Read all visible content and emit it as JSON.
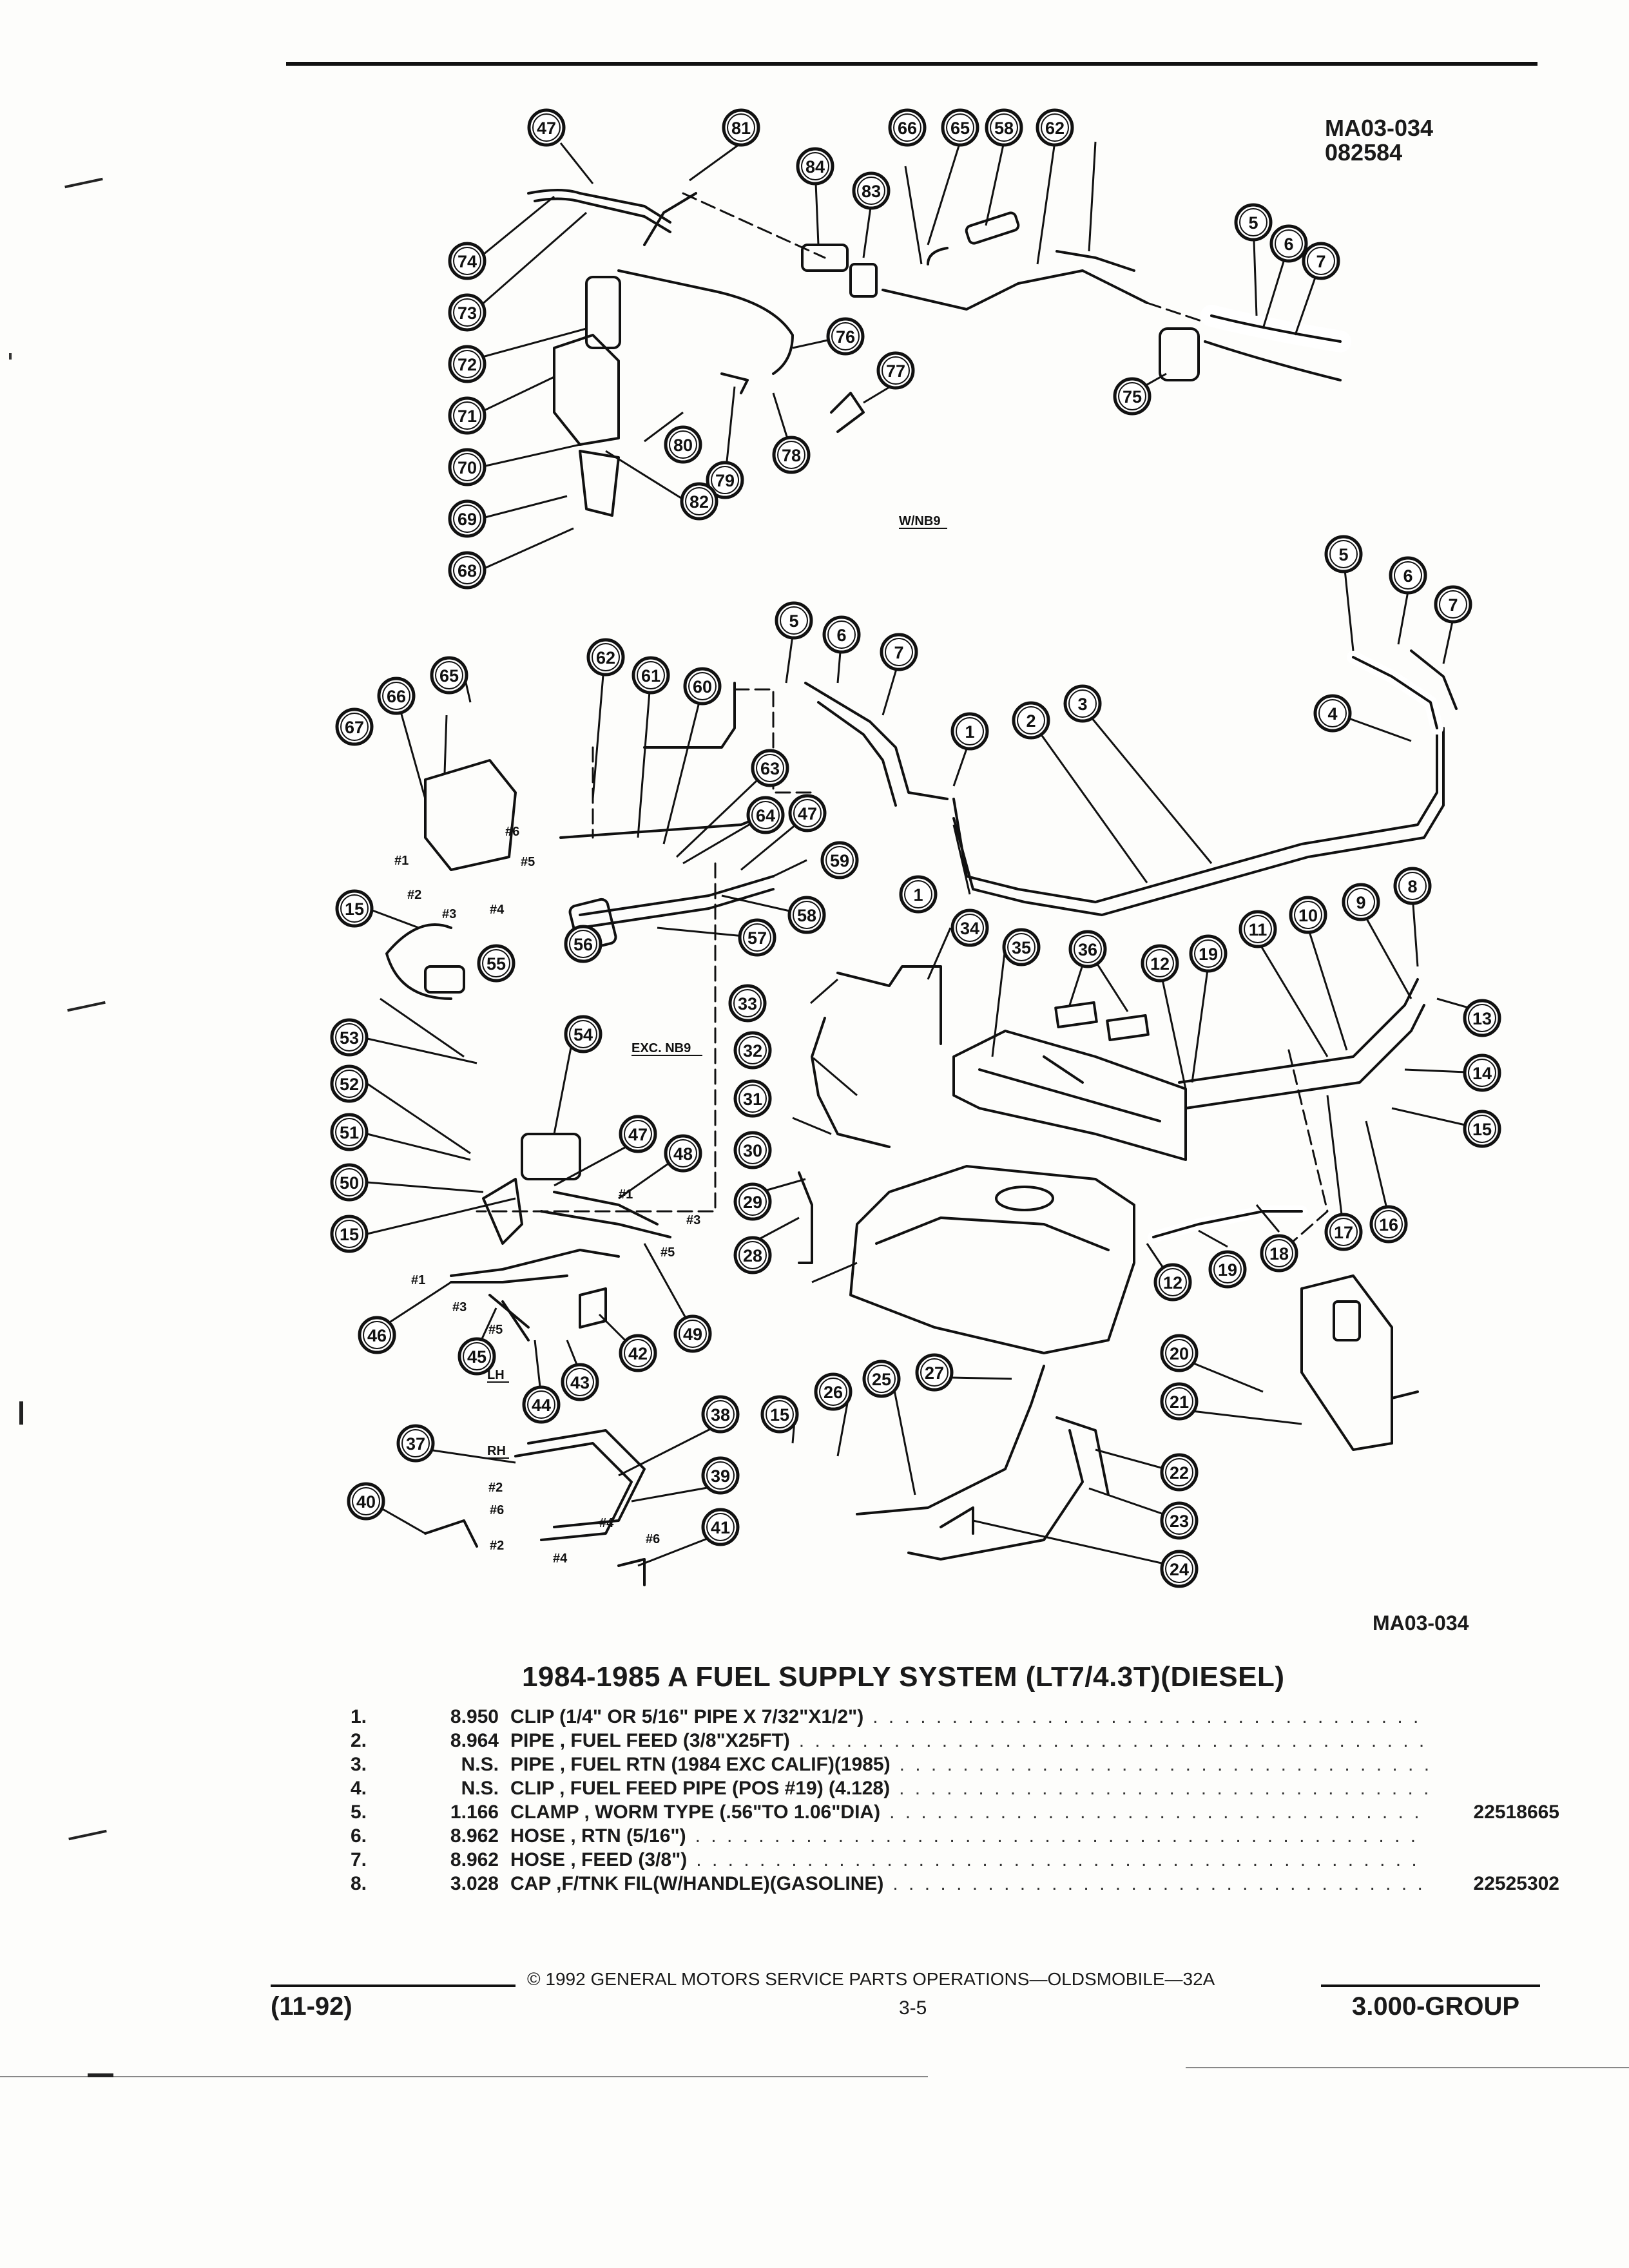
{
  "header": {
    "figure_code": "MA03-034",
    "figure_date": "082584"
  },
  "diagram": {
    "callouts": [
      "1",
      "2",
      "3",
      "4",
      "5",
      "6",
      "7",
      "8",
      "9",
      "10",
      "11",
      "12",
      "13",
      "14",
      "15",
      "16",
      "17",
      "18",
      "19",
      "20",
      "21",
      "22",
      "23",
      "24",
      "25",
      "26",
      "27",
      "28",
      "29",
      "30",
      "31",
      "32",
      "33",
      "34",
      "35",
      "36",
      "37",
      "38",
      "39",
      "40",
      "41",
      "42",
      "43",
      "44",
      "45",
      "46",
      "47",
      "48",
      "49",
      "50",
      "51",
      "52",
      "53",
      "54",
      "55",
      "56",
      "57",
      "58",
      "59",
      "60",
      "61",
      "62",
      "63",
      "64",
      "65",
      "66",
      "67",
      "68",
      "69",
      "70",
      "71",
      "72",
      "73",
      "74",
      "75",
      "76",
      "77",
      "78",
      "79",
      "80",
      "81",
      "82",
      "83",
      "84"
    ],
    "labels": {
      "wnb9": "W/NB9",
      "exc_nb9": "EXC. NB9",
      "lh": "LH",
      "rh": "RH",
      "c1": "#1",
      "c2": "#2",
      "c3": "#3",
      "c4": "#4",
      "c5": "#5",
      "c6": "#6"
    },
    "bottom_code": "MA03-034"
  },
  "title": "1984-1985 A FUEL SUPPLY SYSTEM (LT7/4.3T)(DIESEL)",
  "parts": [
    {
      "no": "1.",
      "qty": "8.950",
      "desc": "CLIP (1/4\" OR 5/16\" PIPE X 7/32\"X1/2\")",
      "pn": ""
    },
    {
      "no": "2.",
      "qty": "8.964",
      "desc": "PIPE , FUEL FEED (3/8\"X25FT)",
      "pn": ""
    },
    {
      "no": "3.",
      "qty": "N.S.",
      "desc": "PIPE , FUEL RTN (1984 EXC CALIF)(1985)",
      "pn": ""
    },
    {
      "no": "4.",
      "qty": "N.S.",
      "desc": "CLIP , FUEL FEED PIPE (POS #19) (4.128)",
      "pn": ""
    },
    {
      "no": "5.",
      "qty": "1.166",
      "desc": "CLAMP , WORM TYPE (.56\"TO 1.06\"DIA)",
      "pn": "22518665"
    },
    {
      "no": "6.",
      "qty": "8.962",
      "desc": "HOSE , RTN (5/16\")",
      "pn": ""
    },
    {
      "no": "7.",
      "qty": "8.962",
      "desc": "HOSE , FEED (3/8\")",
      "pn": ""
    },
    {
      "no": "8.",
      "qty": "3.028",
      "desc": "CAP ,F/TNK FIL(W/HANDLE)(GASOLINE)",
      "pn": "22525302"
    }
  ],
  "footer": {
    "copyright": "© 1992 GENERAL MOTORS SERVICE PARTS OPERATIONS—OLDSMOBILE—32A",
    "date_code": "(11-92)",
    "page": "3-5",
    "group": "3.000-GROUP"
  }
}
